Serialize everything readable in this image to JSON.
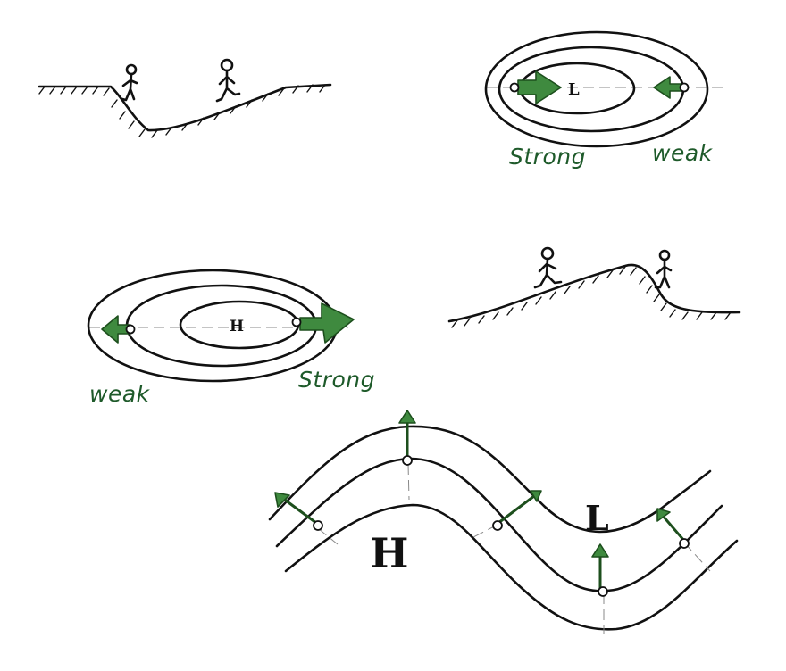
{
  "panels": {
    "valley": {},
    "low_system": {
      "center_label": "L",
      "strong_label": "Strong",
      "weak_label": "weak"
    },
    "high_system": {
      "center_label": "H",
      "strong_label": "Strong",
      "weak_label": "weak"
    },
    "hill": {},
    "wave": {
      "high_label": "H",
      "low_label": "L"
    }
  },
  "colors": {
    "arrow_fill": "#3f8a3f",
    "arrow_stroke": "#1d4f1d",
    "label_ink": "#1e5a2a",
    "line_ink": "#111111"
  }
}
